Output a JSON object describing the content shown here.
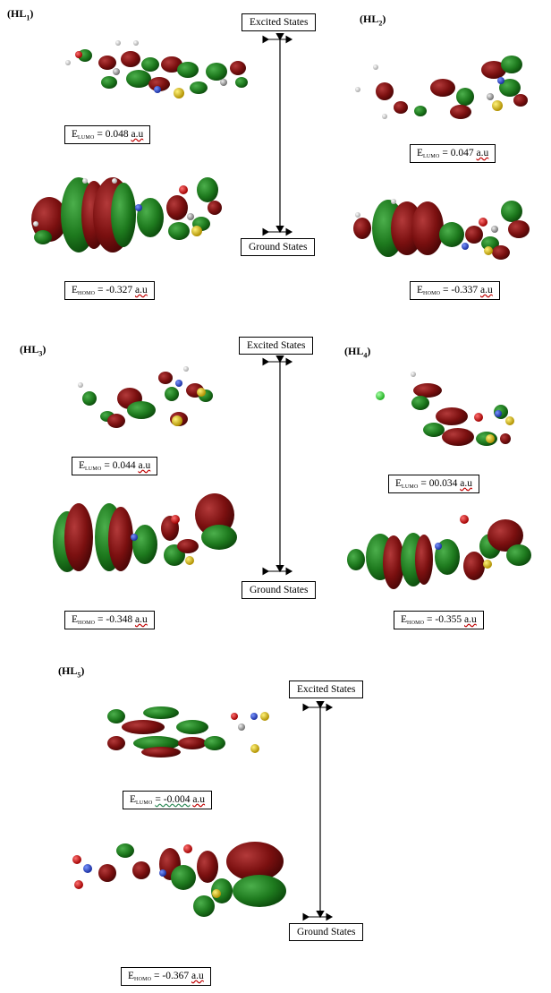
{
  "colors": {
    "lobe_red": "#7b1010",
    "lobe_green": "#1e7a1e",
    "atom_grey": "#9a9a9a",
    "atom_white": "#e8e8e8",
    "atom_blue": "#1a3fd0",
    "atom_red": "#d00000",
    "atom_yellow": "#e0c000",
    "atom_lime": "#40e040"
  },
  "panels": [
    {
      "label_main": "(HL",
      "label_sub": "1",
      "label_end": ")",
      "lumo_prefix": "E",
      "lumo_sub": "LUMO",
      "lumo_value": "= 0.048",
      "lumo_unit": "a.u",
      "homo_prefix": "E",
      "homo_sub": "HOMO",
      "homo_value": "= -0.327",
      "homo_unit": "a.u"
    },
    {
      "label_main": "(HL",
      "label_sub": "2",
      "label_end": ")",
      "lumo_prefix": "E",
      "lumo_sub": "LUMO",
      "lumo_value": "= 0.047",
      "lumo_unit": "a.u",
      "homo_prefix": "E",
      "homo_sub": "HOMO",
      "homo_value": "= -0.337",
      "homo_unit": "a.u"
    },
    {
      "label_main": "(HL",
      "label_sub": "3",
      "label_end": ")",
      "lumo_prefix": "E",
      "lumo_sub": "LUMO",
      "lumo_value": "= 0.044",
      "lumo_unit": "a.u",
      "homo_prefix": "E",
      "homo_sub": "HOMO",
      "homo_value": "= -0.348",
      "homo_unit": "a.u"
    },
    {
      "label_main": "(HL",
      "label_sub": "4",
      "label_end": ")",
      "lumo_prefix": "E",
      "lumo_sub": "LUMO",
      "lumo_value": "= 00.034",
      "lumo_unit": "a.u",
      "homo_prefix": "E",
      "homo_sub": "HOMO",
      "homo_value": "= -0.355",
      "homo_unit": "a.u"
    },
    {
      "label_main": "(HL",
      "label_sub": "5",
      "label_end": ")",
      "lumo_prefix": "E",
      "lumo_sub": "LUMO",
      "lumo_value": "= -0.004",
      "lumo_unit": "a.u",
      "homo_prefix": "E",
      "homo_sub": "HOMO",
      "homo_value": "= -0.367",
      "homo_unit": "a.u"
    }
  ],
  "states": {
    "excited": "Excited States",
    "ground": "Ground States"
  }
}
